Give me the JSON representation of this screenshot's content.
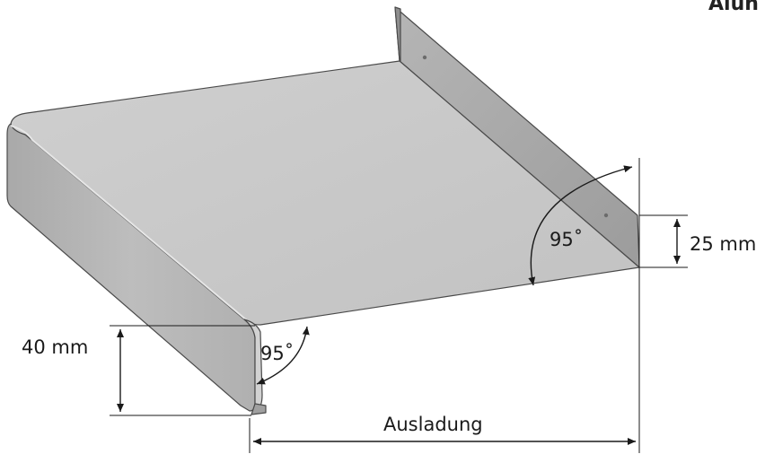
{
  "header": {
    "title_fragment": "Alun"
  },
  "dimensions": {
    "front_height": "40 mm",
    "rear_upstand_height": "25 mm",
    "depth": "Ausladung"
  },
  "angles": {
    "front_bend": "95˚",
    "rear_bend": "95˚"
  },
  "colors": {
    "top_surface": "#c9c9c9",
    "front_face": "#b4b4b4",
    "upstand_face": "#a8a8a8",
    "line": "#1a1a1a"
  }
}
